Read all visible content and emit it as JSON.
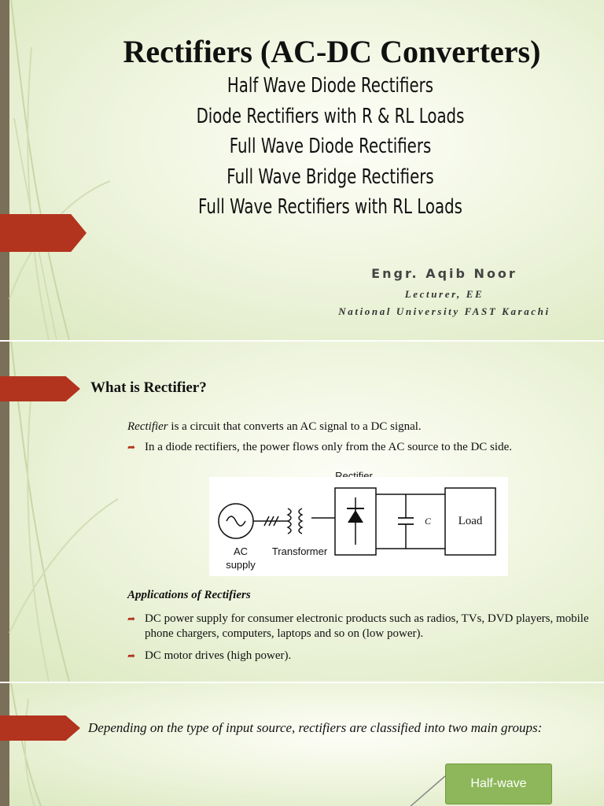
{
  "slide1": {
    "title": "Rectifiers (AC-DC Converters)",
    "topics": [
      "Half Wave Diode Rectifiers",
      "Diode Rectifiers with R & RL Loads",
      "Full Wave Diode Rectifiers",
      "Full Wave Bridge Rectifiers",
      "Full Wave Rectifiers with RL Loads"
    ],
    "author": "Engr. Aqib Noor",
    "role": "Lecturer, EE",
    "institution": "National University FAST Karachi"
  },
  "slide2": {
    "heading": "What is Rectifier?",
    "definition_term": "Rectifier",
    "definition_rest": " is a circuit that converts an AC signal to a DC signal.",
    "bullet1": "In a diode rectifiers, the power flows only from the AC source to the DC side.",
    "diagram": {
      "rectifier_label": "Rectifier",
      "ac_label_1": "AC",
      "ac_label_2": "supply",
      "transformer_label": "Transformer",
      "capacitor_label": "C",
      "load_label": "Load"
    },
    "applications_heading": "Applications of Rectifiers",
    "applications": [
      "DC power supply for consumer electronic products such as radios, TVs, DVD players, mobile phone chargers, computers, laptops and so on (low power).",
      "DC motor drives (high power)."
    ]
  },
  "slide3": {
    "text": "Depending on the type of input source, rectifiers are classified into two main groups:",
    "box_label": "Half-wave"
  },
  "colors": {
    "accent_red": "#b3341e",
    "bar_brown": "#7a6f58",
    "box_green": "#8db75a"
  }
}
